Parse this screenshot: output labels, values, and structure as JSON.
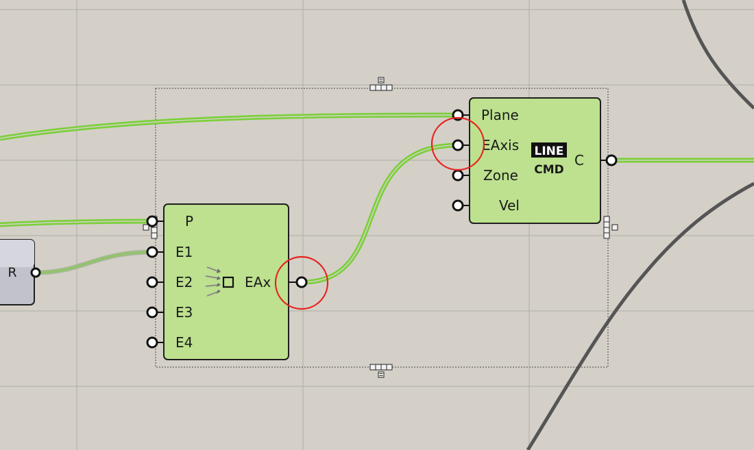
{
  "canvas": {
    "background": "#d4d0c8",
    "grid_color": "#b5b2aa",
    "wire_color": "#7bd03a",
    "wire_dim_color": "#a8b89a",
    "node_fill": "#bde18f",
    "node_border": "#1e1e1e",
    "highlight_color": "#e8231e",
    "curve_color": "#555555"
  },
  "nodes": {
    "r_node": {
      "label": "R"
    },
    "vector_node": {
      "inputs": [
        "P",
        "E1",
        "E2",
        "E3",
        "E4"
      ],
      "output": "EAx"
    },
    "line_node": {
      "inputs": [
        "Plane",
        "EAxis",
        "Zone",
        "Vel"
      ],
      "output": "C",
      "badge_top": "LINE",
      "badge_bottom": "CMD"
    }
  }
}
